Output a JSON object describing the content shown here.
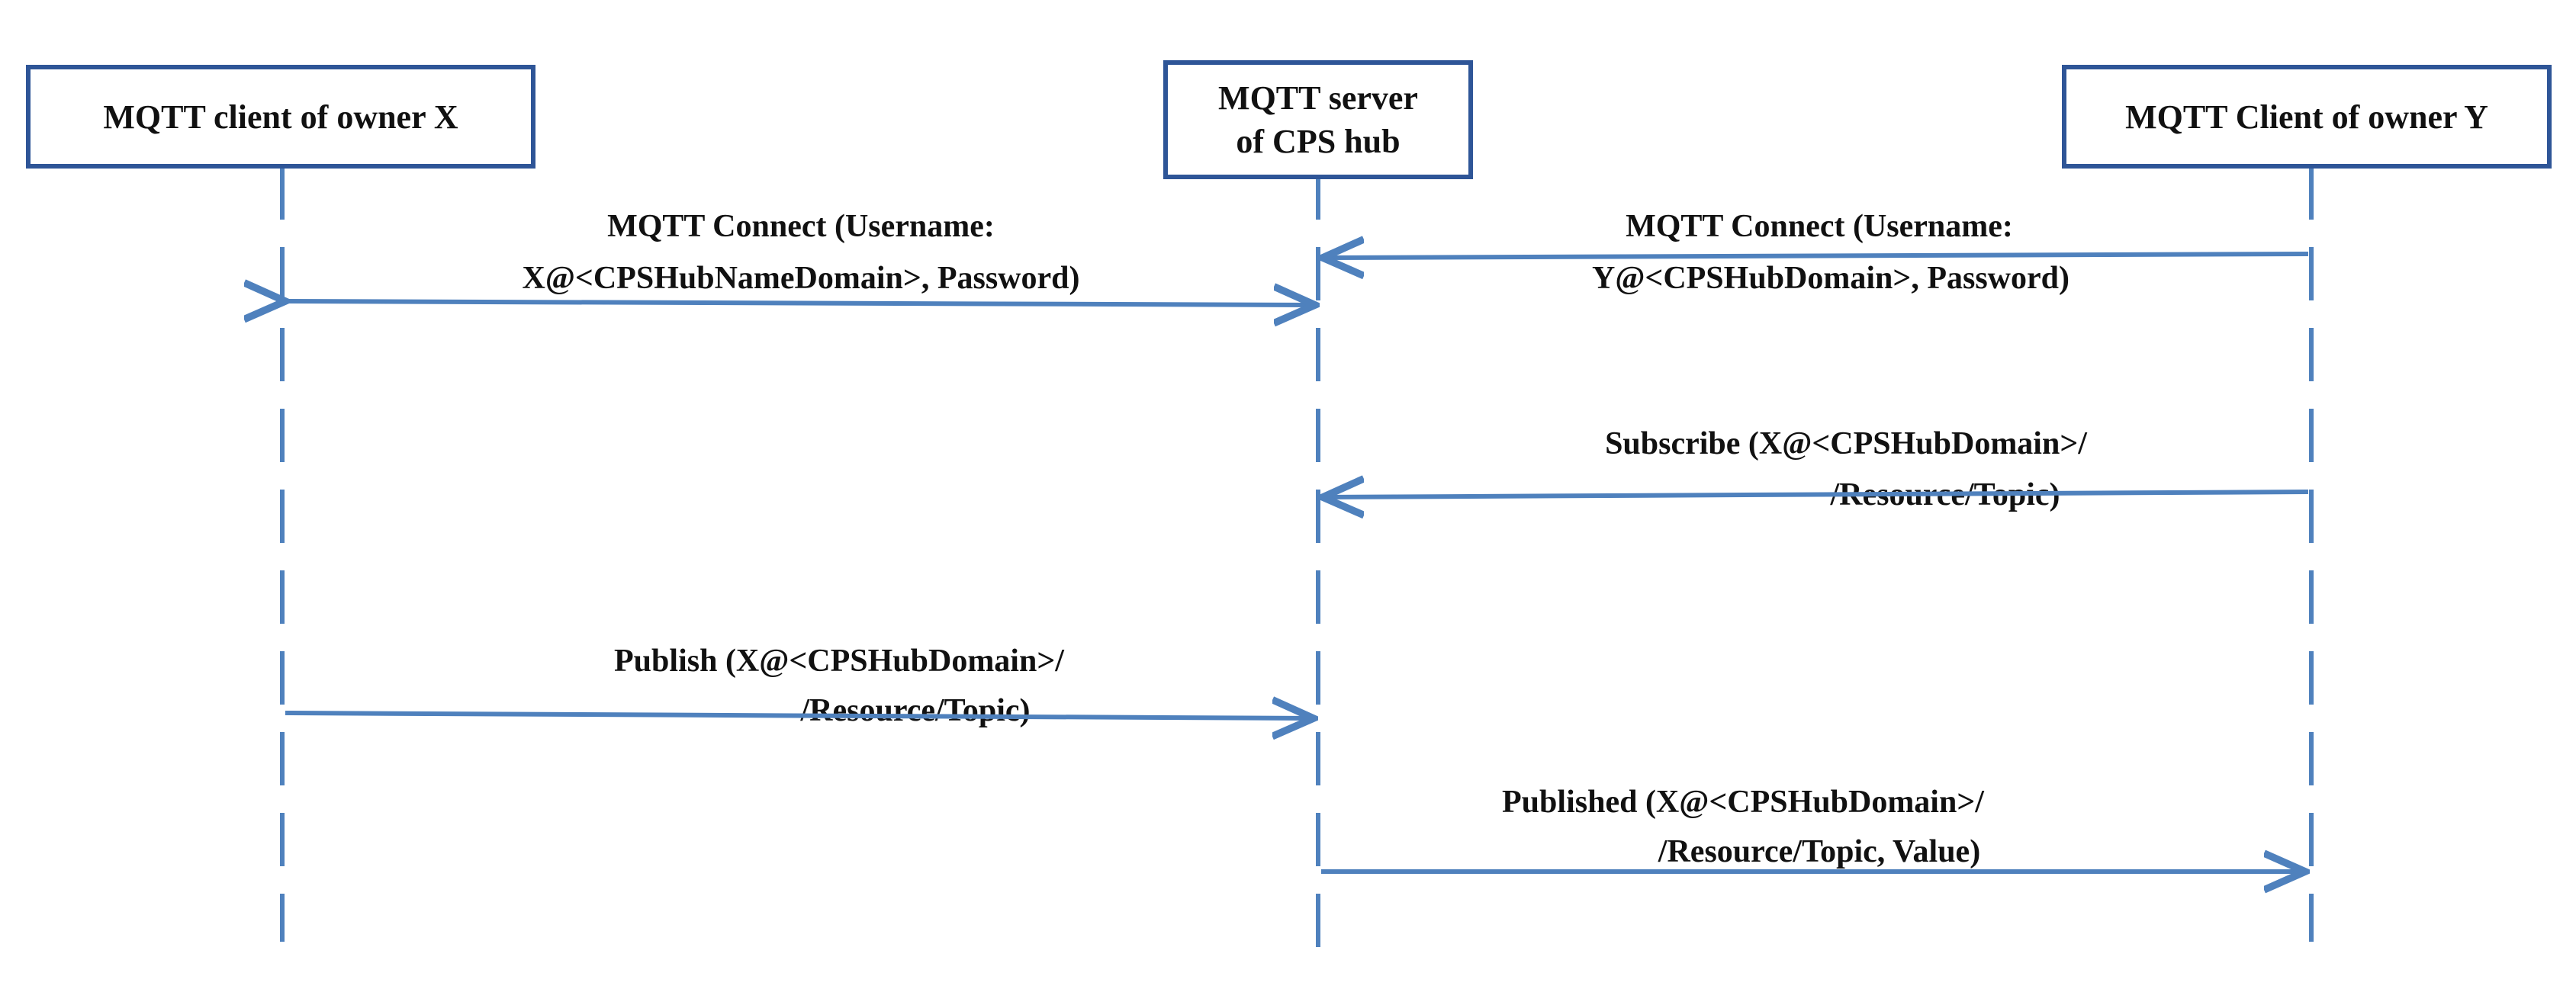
{
  "colors": {
    "line": "#4f81bd",
    "box_border": "#2e5597",
    "text": "#111111"
  },
  "participants": [
    {
      "id": "client-x",
      "lines": [
        "MQTT client of owner X"
      ]
    },
    {
      "id": "server",
      "lines": [
        "MQTT server",
        "of CPS hub"
      ]
    },
    {
      "id": "client-y",
      "lines": [
        "MQTT Client of owner Y"
      ]
    }
  ],
  "messages": [
    {
      "id": "connect-x",
      "from": "client-x",
      "to": "server",
      "bidirectional": true,
      "lines": [
        "MQTT Connect (Username:",
        "X@<CPSHubNameDomain>, Password)"
      ]
    },
    {
      "id": "connect-y",
      "from": "client-y",
      "to": "server",
      "bidirectional": false,
      "lines": [
        "MQTT Connect (Username:",
        "Y@<CPSHubDomain>, Password)"
      ]
    },
    {
      "id": "subscribe",
      "from": "client-y",
      "to": "server",
      "bidirectional": false,
      "lines": [
        "Subscribe (X@<CPSHubDomain>/",
        "/Resource/Topic)"
      ]
    },
    {
      "id": "publish",
      "from": "client-x",
      "to": "server",
      "bidirectional": false,
      "lines": [
        "Publish (X@<CPSHubDomain>/",
        "/Resource/Topic)"
      ]
    },
    {
      "id": "published",
      "from": "server",
      "to": "client-y",
      "bidirectional": false,
      "lines": [
        "Published (X@<CPSHubDomain>/",
        "/Resource/Topic, Value)"
      ]
    }
  ]
}
